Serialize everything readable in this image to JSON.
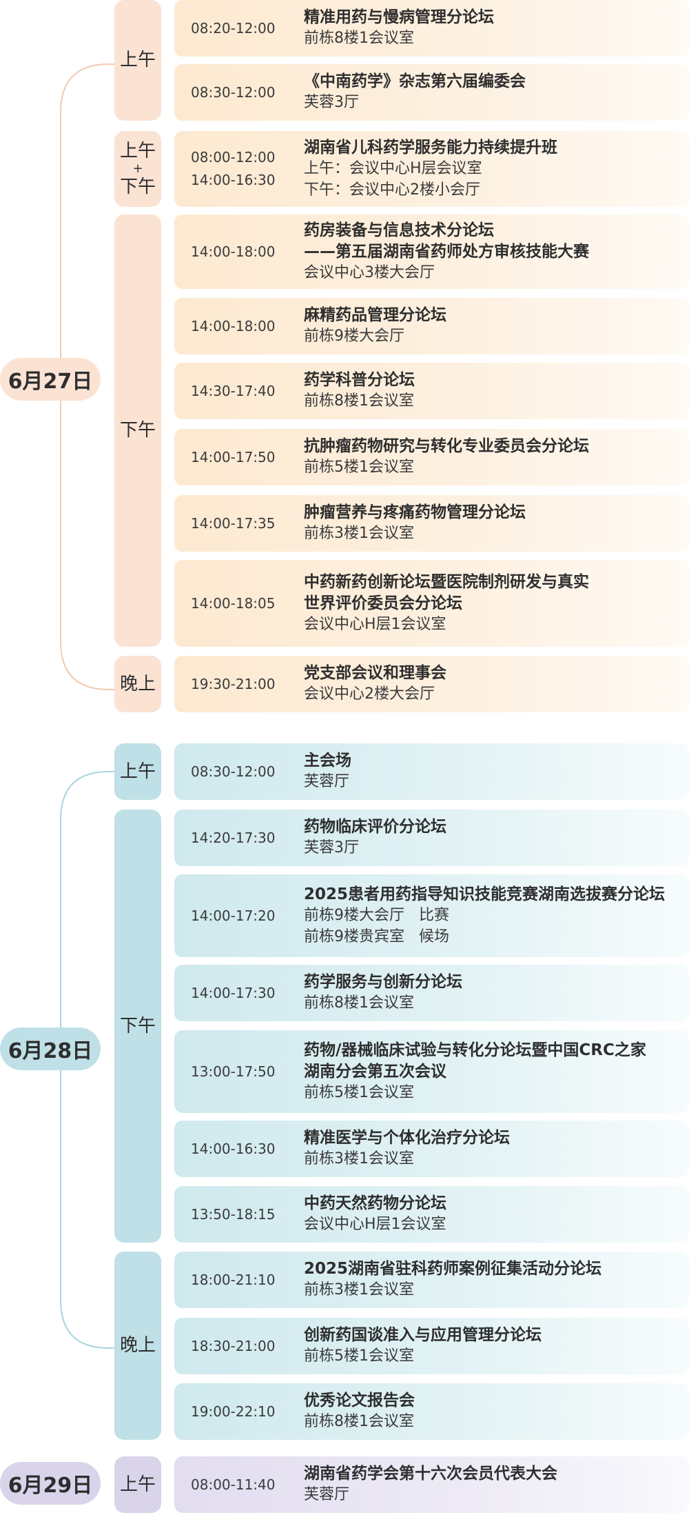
{
  "days": [
    {
      "id": "d27",
      "label": "6月27日",
      "periods": [
        {
          "label": [
            "上午"
          ],
          "sessions": [
            {
              "times": [
                "08:20-12:00"
              ],
              "title": [
                "精准用药与慢病管理分论坛"
              ],
              "lines": [
                "前栋8楼1会议室"
              ]
            },
            {
              "times": [
                "08:30-12:00"
              ],
              "title": [
                "《中南药学》杂志第六届编委会"
              ],
              "lines": [
                "芙蓉3厅"
              ]
            }
          ]
        },
        {
          "label": [
            "上午",
            "+",
            "下午"
          ],
          "sessions": [
            {
              "times": [
                "08:00-12:00",
                "14:00-16:30"
              ],
              "title": [
                "湖南省儿科药学服务能力持续提升班"
              ],
              "lines": [
                "上午：会议中心H层会议室",
                "下午：会议中心2楼小会厅"
              ]
            }
          ]
        },
        {
          "label": [
            "下午"
          ],
          "sessions": [
            {
              "times": [
                "14:00-18:00"
              ],
              "title": [
                "药房装备与信息技术分论坛",
                "——第五届湖南省药师处方审核技能大赛"
              ],
              "lines": [
                "会议中心3楼大会厅"
              ]
            },
            {
              "times": [
                "14:00-18:00"
              ],
              "title": [
                "麻精药品管理分论坛"
              ],
              "lines": [
                "前栋9楼大会厅"
              ]
            },
            {
              "times": [
                "14:30-17:40"
              ],
              "title": [
                "药学科普分论坛"
              ],
              "lines": [
                "前栋8楼1会议室"
              ]
            },
            {
              "times": [
                "14:00-17:50"
              ],
              "title": [
                "抗肿瘤药物研究与转化专业委员会分论坛"
              ],
              "lines": [
                "前栋5楼1会议室"
              ]
            },
            {
              "times": [
                "14:00-17:35"
              ],
              "title": [
                "肿瘤营养与疼痛药物管理分论坛"
              ],
              "lines": [
                "前栋3楼1会议室"
              ]
            },
            {
              "times": [
                "14:00-18:05"
              ],
              "title": [
                "中药新药创新论坛暨医院制剂研发与真实",
                "世界评价委员会分论坛"
              ],
              "lines": [
                "会议中心H层1会议室"
              ]
            }
          ]
        },
        {
          "label": [
            "晚上"
          ],
          "sessions": [
            {
              "times": [
                "19:30-21:00"
              ],
              "title": [
                "党支部会议和理事会"
              ],
              "lines": [
                "会议中心2楼大会厅"
              ]
            }
          ]
        }
      ]
    },
    {
      "id": "d28",
      "label": "6月28日",
      "periods": [
        {
          "label": [
            "上午"
          ],
          "sessions": [
            {
              "times": [
                "08:30-12:00"
              ],
              "title": [
                "主会场"
              ],
              "lines": [
                "芙蓉厅"
              ]
            }
          ]
        },
        {
          "label": [
            "下午"
          ],
          "sessions": [
            {
              "times": [
                "14:20-17:30"
              ],
              "title": [
                "药物临床评价分论坛"
              ],
              "lines": [
                "芙蓉3厅"
              ]
            },
            {
              "times": [
                "14:00-17:20"
              ],
              "title": [
                "2025患者用药指导知识技能竞赛湖南选拔赛分论坛"
              ],
              "lines": [
                "前栋9楼大会厅   比赛",
                "前栋9楼贵宾室   候场"
              ]
            },
            {
              "times": [
                "14:00-17:30"
              ],
              "title": [
                "药学服务与创新分论坛"
              ],
              "lines": [
                "前栋8楼1会议室"
              ]
            },
            {
              "times": [
                "13:00-17:50"
              ],
              "title": [
                "药物/器械临床试验与转化分论坛暨中国CRC之家",
                "湖南分会第五次会议"
              ],
              "lines": [
                "前栋5楼1会议室"
              ]
            },
            {
              "times": [
                "14:00-16:30"
              ],
              "title": [
                "精准医学与个体化治疗分论坛"
              ],
              "lines": [
                "前栋3楼1会议室"
              ]
            },
            {
              "times": [
                "13:50-18:15"
              ],
              "title": [
                "中药天然药物分论坛"
              ],
              "lines": [
                "会议中心H层1会议室"
              ]
            }
          ]
        },
        {
          "label": [
            "晚上"
          ],
          "sessions": [
            {
              "times": [
                "18:00-21:10"
              ],
              "title": [
                "2025湖南省驻科药师案例征集活动分论坛"
              ],
              "lines": [
                "前栋3楼1会议室"
              ]
            },
            {
              "times": [
                "18:30-21:00"
              ],
              "title": [
                "创新药国谈准入与应用管理分论坛"
              ],
              "lines": [
                "前栋5楼1会议室"
              ]
            },
            {
              "times": [
                "19:00-22:10"
              ],
              "title": [
                "优秀论文报告会"
              ],
              "lines": [
                "前栋8楼1会议室"
              ]
            }
          ]
        }
      ]
    },
    {
      "id": "d29",
      "label": "6月29日",
      "periods": [
        {
          "label": [
            "上午"
          ],
          "sessions": [
            {
              "times": [
                "08:00-11:40"
              ],
              "title": [
                "湖南省药学会第十六次会员代表大会"
              ],
              "lines": [
                "芙蓉厅"
              ]
            }
          ]
        }
      ]
    }
  ],
  "colors": {
    "d27_line": "#f3c9b0",
    "d28_line": "#a9d5de"
  }
}
